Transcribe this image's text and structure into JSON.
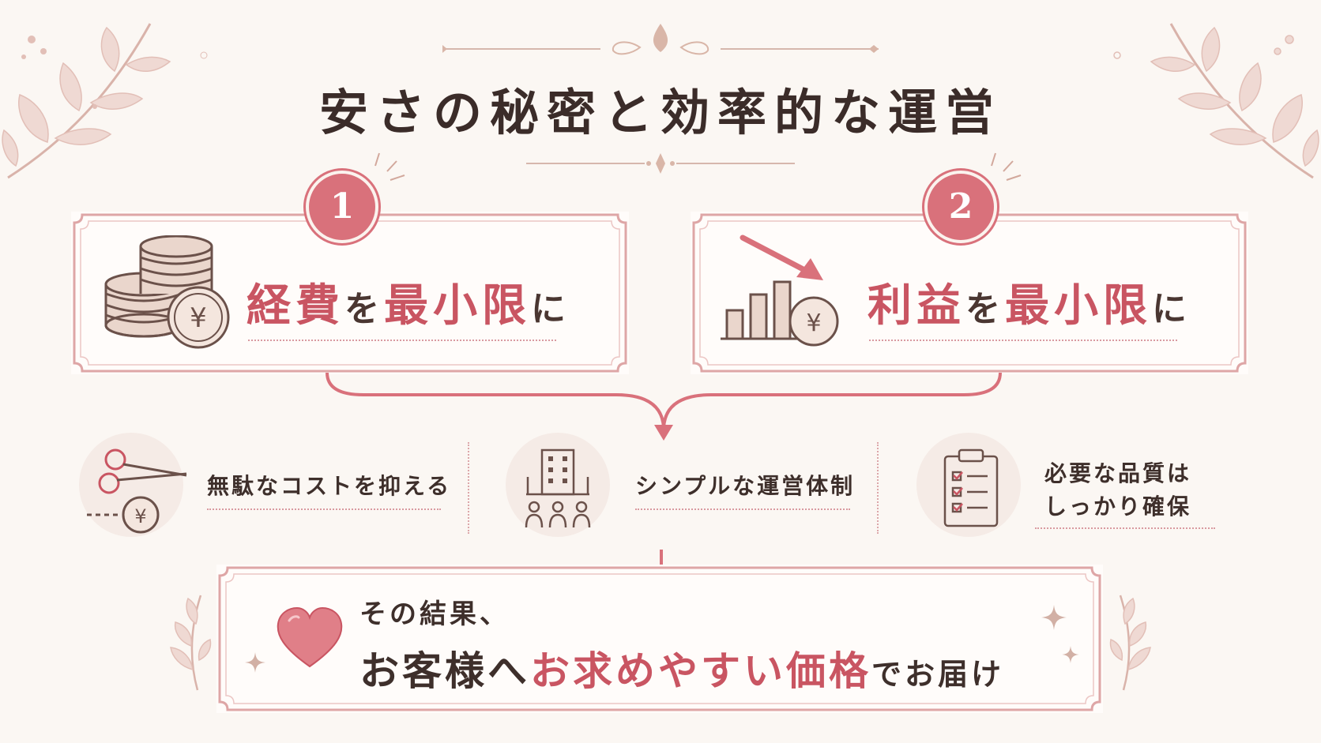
{
  "title": "安さの秘密と効率的な運営",
  "cards": [
    {
      "number": "1",
      "title_parts": [
        {
          "text": "経費",
          "style": "red"
        },
        {
          "text": "を",
          "style": "small"
        },
        {
          "text": "最小限",
          "style": "red"
        },
        {
          "text": "に",
          "style": "small"
        }
      ],
      "icon": "coins-yen-icon"
    },
    {
      "number": "2",
      "title_parts": [
        {
          "text": "利益",
          "style": "red"
        },
        {
          "text": "を",
          "style": "small"
        },
        {
          "text": "最小限",
          "style": "red"
        },
        {
          "text": "に",
          "style": "small"
        }
      ],
      "icon": "chart-down-yen-icon"
    }
  ],
  "items": [
    {
      "text": "無駄なコストを抑える",
      "icon": "scissors-yen-icon"
    },
    {
      "text": "シンプルな運営体制",
      "icon": "building-people-icon"
    },
    {
      "line1": "必要な品質は",
      "line2": "しっかり確保",
      "icon": "checklist-clipboard-icon"
    }
  ],
  "result": {
    "lead": "その結果、",
    "parts": [
      {
        "text": "お客様へ",
        "style": "dark"
      },
      {
        "text": "お求めやすい価格",
        "style": "red"
      },
      {
        "text": "でお届け",
        "style": "small"
      }
    ],
    "icon": "heart-icon"
  },
  "colors": {
    "accent": "#c95562",
    "badge": "#d9717b",
    "frame": "#dea6a6",
    "text": "#3e2f2b",
    "background": "#fbf7f3"
  }
}
